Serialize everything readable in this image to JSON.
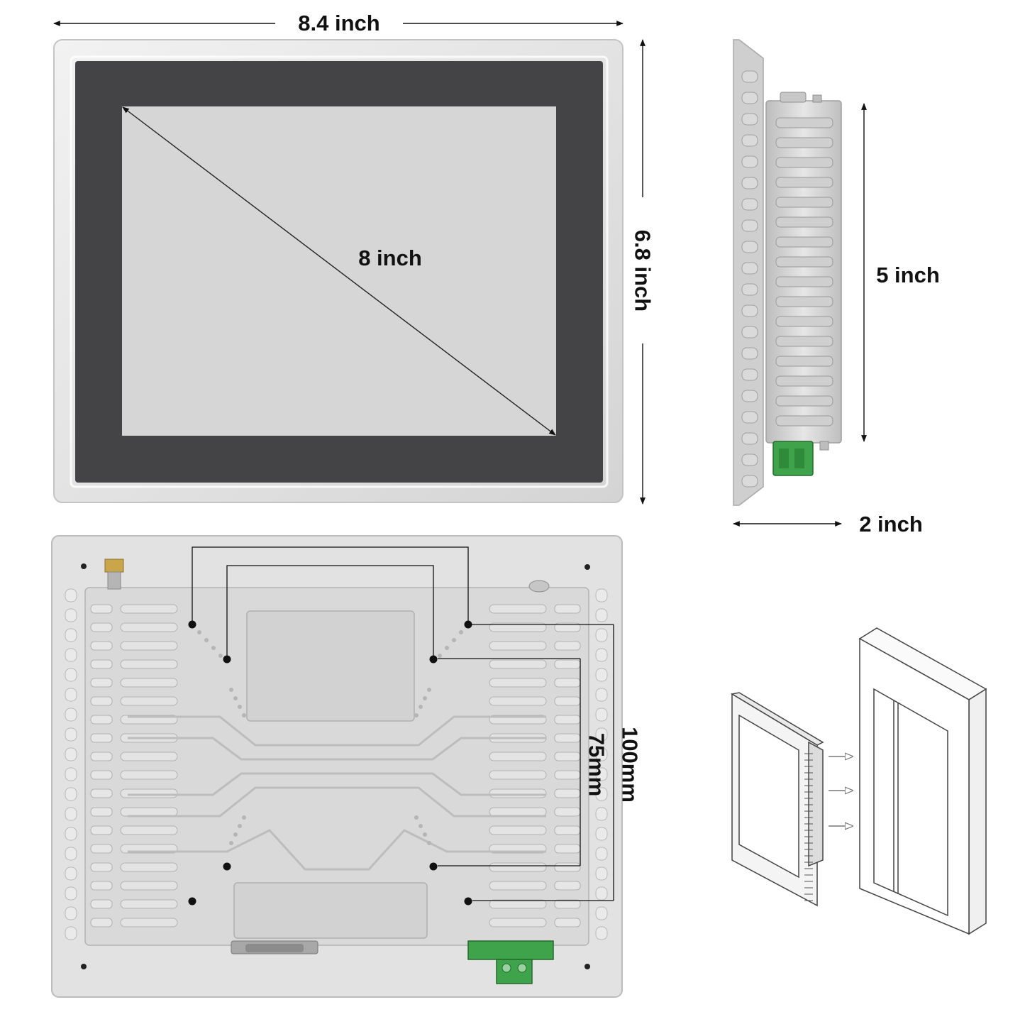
{
  "labels": {
    "front_width": "8.4 inch",
    "front_height": "6.8 inch",
    "screen_diagonal": "8 inch",
    "side_height": "5 inch",
    "side_depth": "2 inch",
    "vesa_inner": "75mm",
    "vesa_outer": "100mm"
  },
  "colors": {
    "frame": "#e4e4e4",
    "bezel": "#444446",
    "screen": "#d6d6d6",
    "metal": "#d8d8d8",
    "connector": "#3ea34a",
    "ink": "#111111"
  }
}
